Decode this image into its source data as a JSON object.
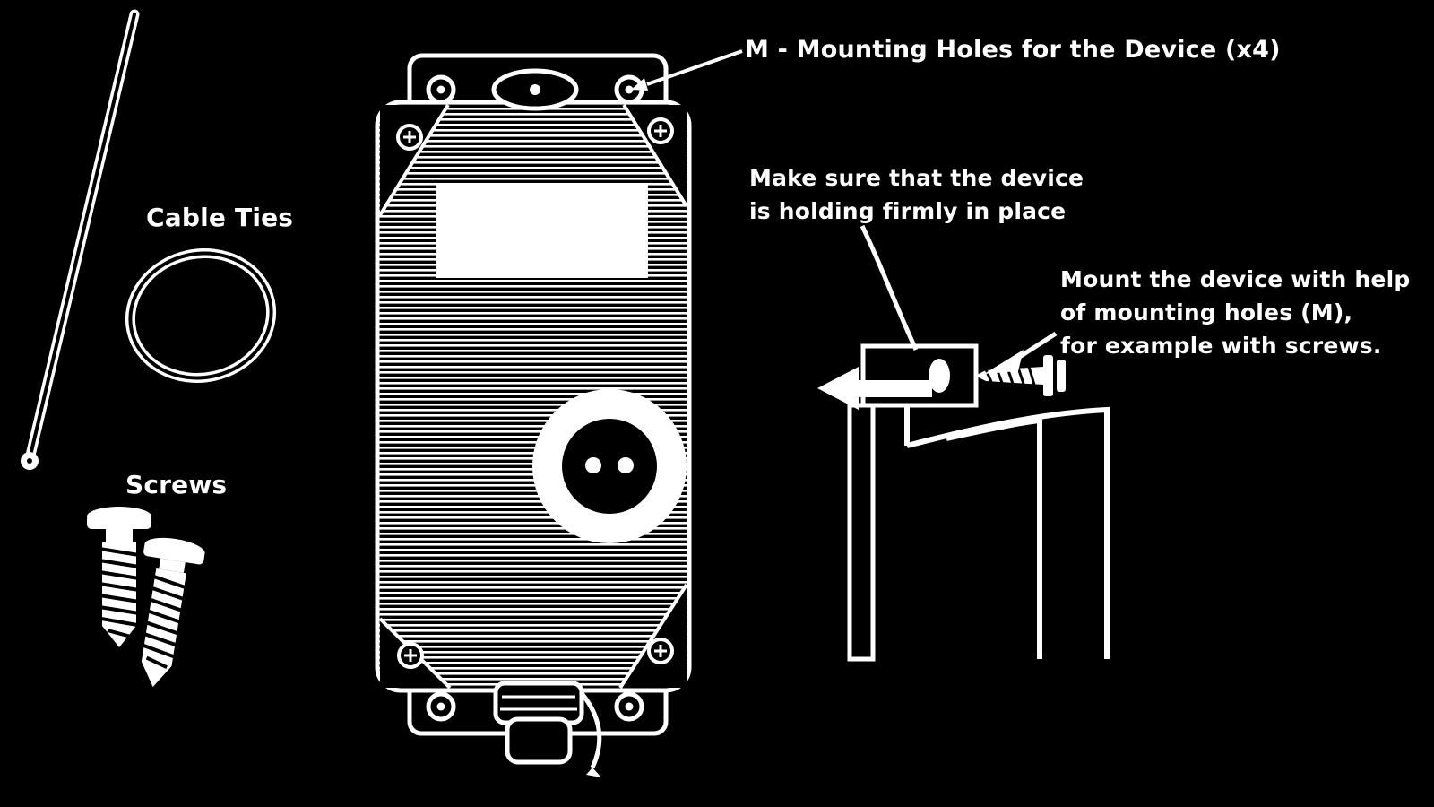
{
  "page": {
    "background_color": "#000000",
    "ink_color": "#ffffff"
  },
  "labels": {
    "cable_ties": "Cable Ties",
    "screws": "Screws",
    "mounting_holes_callout": "M - Mounting Holes for the Device (x4)",
    "firmly_callout": {
      "line1": "Make sure that the device",
      "line2": "is holding firmly in place"
    },
    "mount_callout": {
      "line1": "Mount the device with help",
      "line2": "of mounting holes (M),",
      "line3": "for example with screws."
    }
  },
  "illustrations": {
    "device": "tracking-device-front-view",
    "cable_tie": "cable-tie-with-loop",
    "screws": "two-mounting-screws",
    "mounting_detail": "device-tab-screwed-to-surface"
  }
}
